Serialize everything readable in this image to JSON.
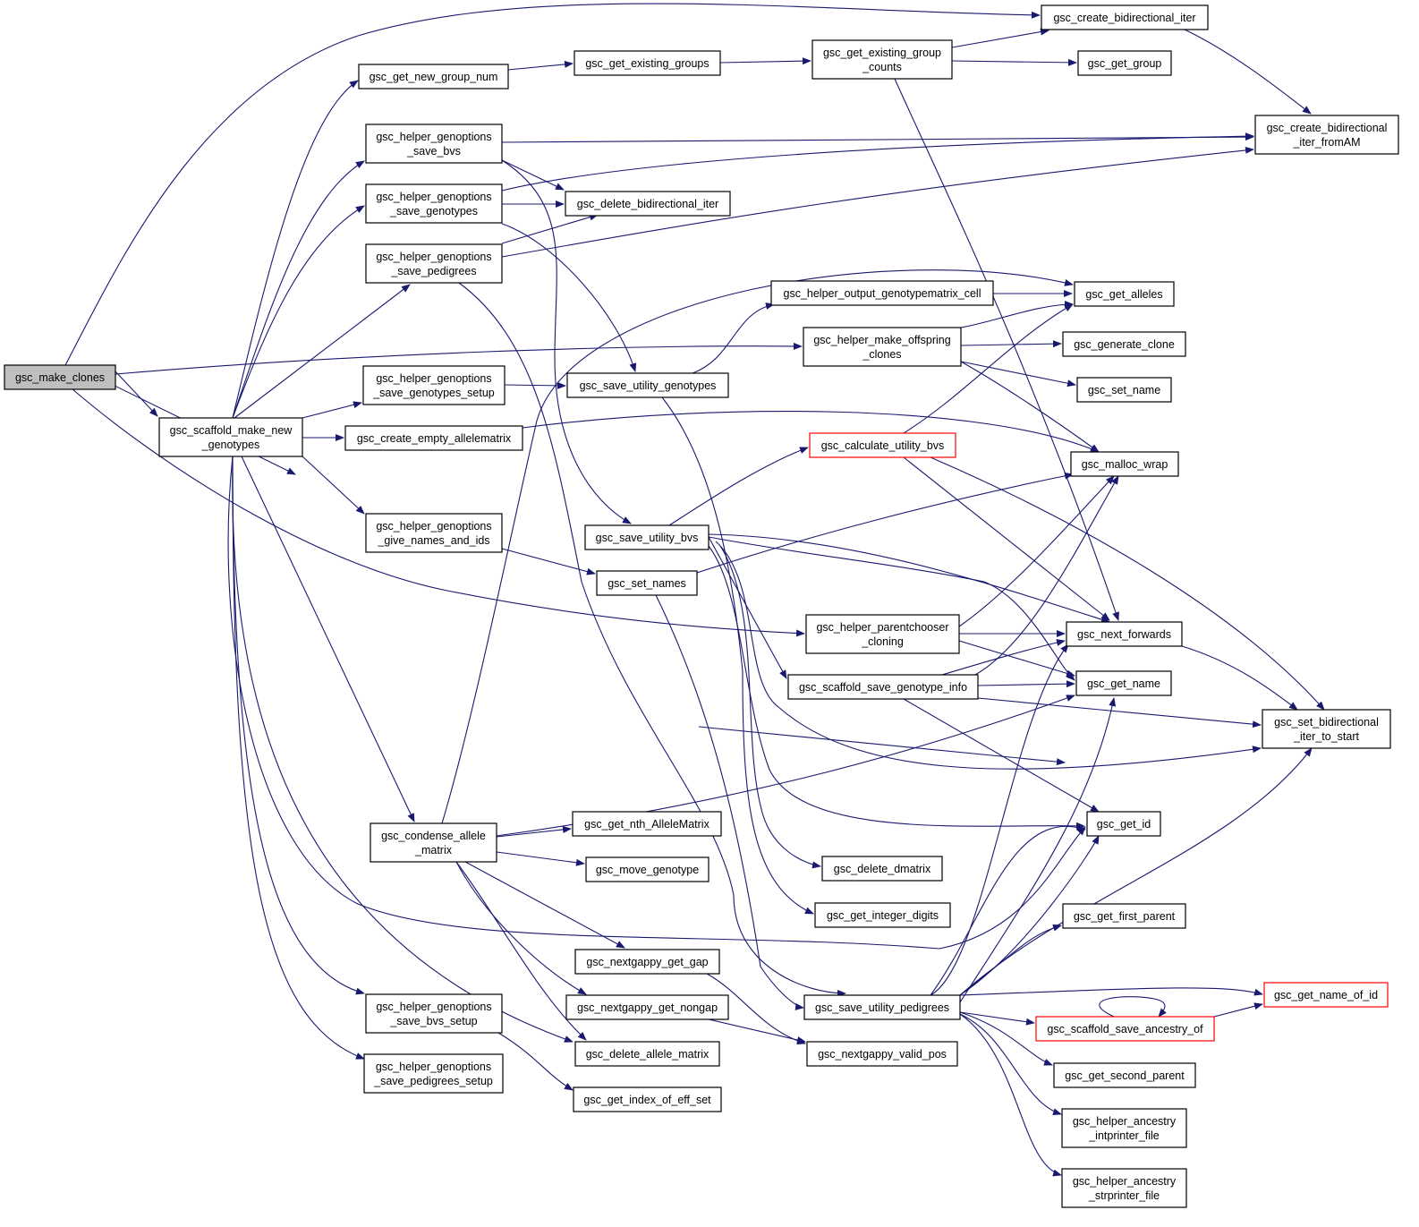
{
  "graph": {
    "title": "",
    "edge_color": "#191970",
    "root_fill": "#bfbfbf",
    "truncated_border": "#ff0000",
    "nodes": [
      {
        "id": "make_clones",
        "lines": [
          "gsc_make_clones"
        ],
        "style": "root"
      },
      {
        "id": "scaffold_make_new_genotypes",
        "lines": [
          "gsc_scaffold_make_new",
          "_genotypes"
        ]
      },
      {
        "id": "get_new_group_num",
        "lines": [
          "gsc_get_new_group_num"
        ]
      },
      {
        "id": "helper_genoptions_save_bvs",
        "lines": [
          "gsc_helper_genoptions",
          "_save_bvs"
        ]
      },
      {
        "id": "helper_genoptions_save_genotypes",
        "lines": [
          "gsc_helper_genoptions",
          "_save_genotypes"
        ]
      },
      {
        "id": "helper_genoptions_save_pedigrees",
        "lines": [
          "gsc_helper_genoptions",
          "_save_pedigrees"
        ]
      },
      {
        "id": "helper_genoptions_save_genotypes_setup",
        "lines": [
          "gsc_helper_genoptions",
          "_save_genotypes_setup"
        ]
      },
      {
        "id": "create_empty_allelematrix",
        "lines": [
          "gsc_create_empty_allelematrix"
        ]
      },
      {
        "id": "helper_genoptions_give_names_and_ids",
        "lines": [
          "gsc_helper_genoptions",
          "_give_names_and_ids"
        ]
      },
      {
        "id": "condense_allele_matrix",
        "lines": [
          "gsc_condense_allele",
          "_matrix"
        ]
      },
      {
        "id": "helper_genoptions_save_bvs_setup",
        "lines": [
          "gsc_helper_genoptions",
          "_save_bvs_setup"
        ]
      },
      {
        "id": "helper_genoptions_save_pedigrees_setup",
        "lines": [
          "gsc_helper_genoptions",
          "_save_pedigrees_setup"
        ]
      },
      {
        "id": "get_existing_groups",
        "lines": [
          "gsc_get_existing_groups"
        ]
      },
      {
        "id": "delete_bidirectional_iter",
        "lines": [
          "gsc_delete_bidirectional_iter"
        ]
      },
      {
        "id": "save_utility_genotypes",
        "lines": [
          "gsc_save_utility_genotypes"
        ]
      },
      {
        "id": "save_utility_bvs",
        "lines": [
          "gsc_save_utility_bvs"
        ]
      },
      {
        "id": "set_names",
        "lines": [
          "gsc_set_names"
        ]
      },
      {
        "id": "get_nth_AlleleMatrix",
        "lines": [
          "gsc_get_nth_AlleleMatrix"
        ]
      },
      {
        "id": "move_genotype",
        "lines": [
          "gsc_move_genotype"
        ]
      },
      {
        "id": "nextgappy_get_gap",
        "lines": [
          "gsc_nextgappy_get_gap"
        ]
      },
      {
        "id": "nextgappy_get_nongap",
        "lines": [
          "gsc_nextgappy_get_nongap"
        ]
      },
      {
        "id": "delete_allele_matrix",
        "lines": [
          "gsc_delete_allele_matrix"
        ]
      },
      {
        "id": "get_index_of_eff_set",
        "lines": [
          "gsc_get_index_of_eff_set"
        ]
      },
      {
        "id": "get_existing_group_counts",
        "lines": [
          "gsc_get_existing_group",
          "_counts"
        ]
      },
      {
        "id": "helper_output_genotypematrix_cell",
        "lines": [
          "gsc_helper_output_genotypematrix_cell"
        ]
      },
      {
        "id": "helper_make_offspring_clones",
        "lines": [
          "gsc_helper_make_offspring",
          "_clones"
        ]
      },
      {
        "id": "calculate_utility_bvs",
        "lines": [
          "gsc_calculate_utility_bvs"
        ],
        "style": "truncated"
      },
      {
        "id": "helper_parentchooser_cloning",
        "lines": [
          "gsc_helper_parentchooser",
          "_cloning"
        ]
      },
      {
        "id": "scaffold_save_genotype_info",
        "lines": [
          "gsc_scaffold_save_genotype_info"
        ]
      },
      {
        "id": "delete_dmatrix",
        "lines": [
          "gsc_delete_dmatrix"
        ]
      },
      {
        "id": "get_integer_digits",
        "lines": [
          "gsc_get_integer_digits"
        ]
      },
      {
        "id": "save_utility_pedigrees",
        "lines": [
          "gsc_save_utility_pedigrees"
        ]
      },
      {
        "id": "nextgappy_valid_pos",
        "lines": [
          "gsc_nextgappy_valid_pos"
        ]
      },
      {
        "id": "create_bidirectional_iter",
        "lines": [
          "gsc_create_bidirectional_iter"
        ]
      },
      {
        "id": "get_group",
        "lines": [
          "gsc_get_group"
        ]
      },
      {
        "id": "get_alleles",
        "lines": [
          "gsc_get_alleles"
        ]
      },
      {
        "id": "generate_clone",
        "lines": [
          "gsc_generate_clone"
        ]
      },
      {
        "id": "set_name",
        "lines": [
          "gsc_set_name"
        ]
      },
      {
        "id": "malloc_wrap",
        "lines": [
          "gsc_malloc_wrap"
        ]
      },
      {
        "id": "next_forwards",
        "lines": [
          "gsc_next_forwards"
        ]
      },
      {
        "id": "get_name",
        "lines": [
          "gsc_get_name"
        ]
      },
      {
        "id": "get_id",
        "lines": [
          "gsc_get_id"
        ]
      },
      {
        "id": "get_first_parent",
        "lines": [
          "gsc_get_first_parent"
        ]
      },
      {
        "id": "scaffold_save_ancestry_of",
        "lines": [
          "gsc_scaffold_save_ancestry_of"
        ],
        "style": "truncated"
      },
      {
        "id": "get_second_parent",
        "lines": [
          "gsc_get_second_parent"
        ]
      },
      {
        "id": "helper_ancestry_intprinter_file",
        "lines": [
          "gsc_helper_ancestry",
          "_intprinter_file"
        ]
      },
      {
        "id": "helper_ancestry_strprinter_file",
        "lines": [
          "gsc_helper_ancestry",
          "_strprinter_file"
        ]
      },
      {
        "id": "create_bidirectional_iter_fromAM",
        "lines": [
          "gsc_create_bidirectional",
          "_iter_fromAM"
        ]
      },
      {
        "id": "set_bidirectional_iter_to_start",
        "lines": [
          "gsc_set_bidirectional",
          "_iter_to_start"
        ]
      },
      {
        "id": "get_name_of_id",
        "lines": [
          "gsc_get_name_of_id"
        ],
        "style": "truncated"
      }
    ]
  }
}
